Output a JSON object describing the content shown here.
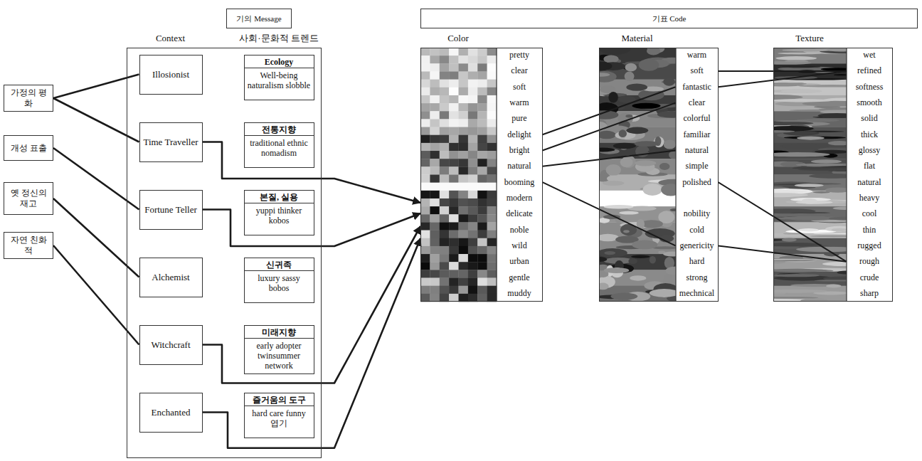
{
  "diagram": {
    "nodes": [
      {
        "text": [
          "기의 Message"
        ]
      },
      {
        "text": [
          "기표 Code"
        ]
      },
      {
        "text": [
          "가정의 평화"
        ]
      },
      {
        "text": [
          "개성 표출"
        ]
      },
      {
        "text": [
          "옛 정신의 재고"
        ]
      },
      {
        "text": [
          "자연 친화적"
        ]
      },
      {
        "text": [
          "Context",
          "사회·문화적 트렌드"
        ]
      },
      {
        "text": [
          "Illosionist"
        ],
        "in": 6
      },
      {
        "text": [
          "Time Traveller"
        ],
        "in": 6
      },
      {
        "text": [
          "Fortune Teller"
        ],
        "in": 6
      },
      {
        "text": [
          "Alchemist"
        ],
        "in": 6
      },
      {
        "text": [
          "Witchcraft"
        ],
        "in": 6
      },
      {
        "text": [
          "Enchanted"
        ],
        "in": 6
      },
      {
        "text": [
          "Ecology",
          "Well-being naturalism slobble"
        ],
        "in": 6
      },
      {
        "text": [
          "전통지향",
          "traditional ethnic nomadism"
        ],
        "in": 6
      },
      {
        "text": [
          "본질, 실용",
          "yuppi thinker kobos"
        ],
        "in": 6
      },
      {
        "text": [
          "신귀족",
          "luxury sassy bobos"
        ],
        "in": 6
      },
      {
        "text": [
          "미래지향",
          "early adopter twinsummer network"
        ],
        "in": 6
      },
      {
        "text": [
          "즐거움의 도구",
          "hard care funny 엽기"
        ],
        "in": 6
      },
      {
        "text": [
          "Color"
        ]
      },
      {
        "text": [
          "pretty"
        ],
        "in": 19
      },
      {
        "text": [
          "clear"
        ],
        "in": 19
      },
      {
        "text": [
          "soft"
        ],
        "in": 19
      },
      {
        "text": [
          "warm"
        ],
        "in": 19
      },
      {
        "text": [
          "pure"
        ],
        "in": 19
      },
      {
        "text": [
          "delight"
        ],
        "in": 19
      },
      {
        "text": [
          "bright"
        ],
        "in": 19
      },
      {
        "text": [
          "natural"
        ],
        "in": 19
      },
      {
        "text": [
          "booming"
        ],
        "in": 19
      },
      {
        "text": [
          "modern"
        ],
        "in": 19
      },
      {
        "text": [
          "delicate"
        ],
        "in": 19
      },
      {
        "text": [
          "noble"
        ],
        "in": 19
      },
      {
        "text": [
          "wild"
        ],
        "in": 19
      },
      {
        "text": [
          "urban"
        ],
        "in": 19
      },
      {
        "text": [
          "gentle"
        ],
        "in": 19
      },
      {
        "text": [
          "muddy"
        ],
        "in": 19
      },
      {
        "text": [
          "Material"
        ]
      },
      {
        "text": [
          "warm"
        ],
        "in": 36
      },
      {
        "text": [
          "soft"
        ],
        "in": 36
      },
      {
        "text": [
          "fantastic"
        ],
        "in": 36
      },
      {
        "text": [
          "clear"
        ],
        "in": 36
      },
      {
        "text": [
          "colorful"
        ],
        "in": 36
      },
      {
        "text": [
          "familiar"
        ],
        "in": 36
      },
      {
        "text": [
          "natural"
        ],
        "in": 36
      },
      {
        "text": [
          "simple"
        ],
        "in": 36
      },
      {
        "text": [
          "polished"
        ],
        "in": 36
      },
      {
        "text": [
          "nobility"
        ],
        "in": 36
      },
      {
        "text": [
          "cold"
        ],
        "in": 36
      },
      {
        "text": [
          "genericity"
        ],
        "in": 36
      },
      {
        "text": [
          "hard"
        ],
        "in": 36
      },
      {
        "text": [
          "strong"
        ],
        "in": 36
      },
      {
        "text": [
          "mechnical"
        ],
        "in": 36
      },
      {
        "text": [
          "Texture"
        ]
      },
      {
        "text": [
          "wet"
        ],
        "in": 52
      },
      {
        "text": [
          "refined"
        ],
        "in": 52
      },
      {
        "text": [
          "softness"
        ],
        "in": 52
      },
      {
        "text": [
          "smooth"
        ],
        "in": 52
      },
      {
        "text": [
          "solid"
        ],
        "in": 52
      },
      {
        "text": [
          "thick"
        ],
        "in": 52
      },
      {
        "text": [
          "glossy"
        ],
        "in": 52
      },
      {
        "text": [
          "flat"
        ],
        "in": 52
      },
      {
        "text": [
          "natural"
        ],
        "in": 52
      },
      {
        "text": [
          "heavy"
        ],
        "in": 52
      },
      {
        "text": [
          "cool"
        ],
        "in": 52
      },
      {
        "text": [
          "thin"
        ],
        "in": 52
      },
      {
        "text": [
          "rugged"
        ],
        "in": 52
      },
      {
        "text": [
          "rough"
        ],
        "in": 52
      },
      {
        "text": [
          "crude"
        ],
        "in": 52
      },
      {
        "text": [
          "sharp"
        ],
        "in": 52
      }
    ],
    "edges": [
      {
        "from": 2,
        "to": 7,
        "arrow": "none"
      },
      {
        "from": 2,
        "to": 8,
        "arrow": "none"
      },
      {
        "from": 3,
        "to": 9,
        "arrow": "none"
      },
      {
        "from": 4,
        "to": 10,
        "arrow": "none"
      },
      {
        "from": 5,
        "to": 11,
        "arrow": "none"
      },
      {
        "from": 8,
        "to": 19,
        "arrow": "to"
      },
      {
        "from": 9,
        "to": 19,
        "arrow": "to"
      },
      {
        "from": 11,
        "to": 19,
        "arrow": "to"
      },
      {
        "from": 12,
        "to": 19,
        "arrow": "to"
      },
      {
        "from": 25,
        "to": 39,
        "arrow": "none"
      },
      {
        "from": 26,
        "to": 40,
        "arrow": "none"
      },
      {
        "from": 27,
        "to": 43,
        "arrow": "none"
      },
      {
        "from": 28,
        "to": 48,
        "arrow": "none"
      },
      {
        "from": 38,
        "to": 54,
        "arrow": "none"
      },
      {
        "from": 39,
        "to": 54,
        "arrow": "none"
      },
      {
        "from": 45,
        "to": 66,
        "arrow": "none"
      },
      {
        "from": 48,
        "to": 66,
        "arrow": "none"
      }
    ]
  }
}
